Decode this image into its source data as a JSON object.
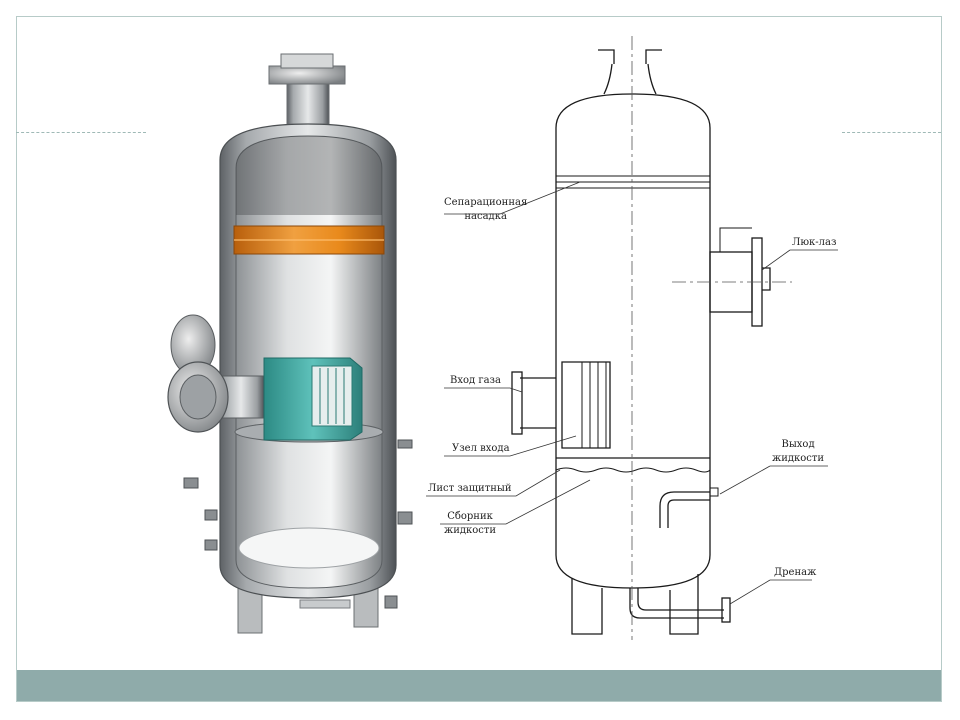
{
  "diagram": {
    "labels": {
      "separation_packing_line1": "Сепарационная",
      "separation_packing_line2": "насадка",
      "manhole": "Люк-лаз",
      "gas_inlet": "Вход газа",
      "inlet_unit": "Узел входа",
      "protective_sheet": "Лист защитный",
      "liquid_collector_line1": "Сборник",
      "liquid_collector_line2": "жидкости",
      "liquid_outlet_line1": "Выход",
      "liquid_outlet_line2": "жидкости",
      "drain": "Дренаж"
    }
  },
  "colors": {
    "footer_bar": "#8fabaa",
    "frame": "#b7cbc8",
    "packing_orange": "#e98a1c",
    "inlet_teal": "#3fa7a0",
    "vessel_grey": "#c9cccd"
  }
}
